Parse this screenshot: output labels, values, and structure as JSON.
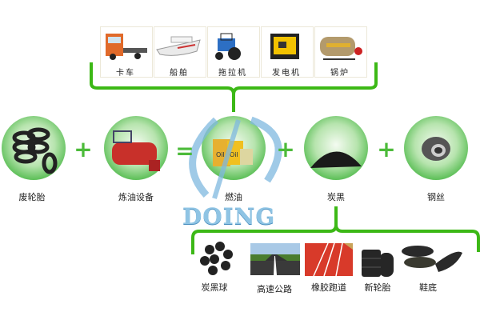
{
  "top_uses": [
    {
      "label": "卡车",
      "icon": "truck-icon"
    },
    {
      "label": "船舶",
      "icon": "ship-icon"
    },
    {
      "label": "拖拉机",
      "icon": "tractor-icon"
    },
    {
      "label": "发电机",
      "icon": "generator-icon"
    },
    {
      "label": "锅炉",
      "icon": "boiler-icon"
    }
  ],
  "process": [
    {
      "label": "废轮胎",
      "icon": "tires-icon"
    },
    {
      "label": "炼油设备",
      "icon": "pyrolysis-plant-icon"
    },
    {
      "label": "燃油",
      "icon": "oil-barrels-icon"
    },
    {
      "label": "炭黑",
      "icon": "carbon-black-icon"
    },
    {
      "label": "钢丝",
      "icon": "steel-wire-icon"
    }
  ],
  "operators": [
    "+",
    "=",
    "+",
    "+"
  ],
  "logo": {
    "text": "DOING"
  },
  "bottom_uses": [
    {
      "label": "炭黑球",
      "icon": "carbon-balls-icon"
    },
    {
      "label": "高速公路",
      "icon": "highway-icon"
    },
    {
      "label": "橡胶跑道",
      "icon": "rubber-track-icon"
    },
    {
      "label": "新轮胎",
      "icon": "new-tires-icon"
    },
    {
      "label": "鞋底",
      "icon": "shoe-soles-icon"
    }
  ],
  "colors": {
    "bracket": "#3cb816",
    "circle": "#8fd48a",
    "logo": "#6fb0dc"
  }
}
